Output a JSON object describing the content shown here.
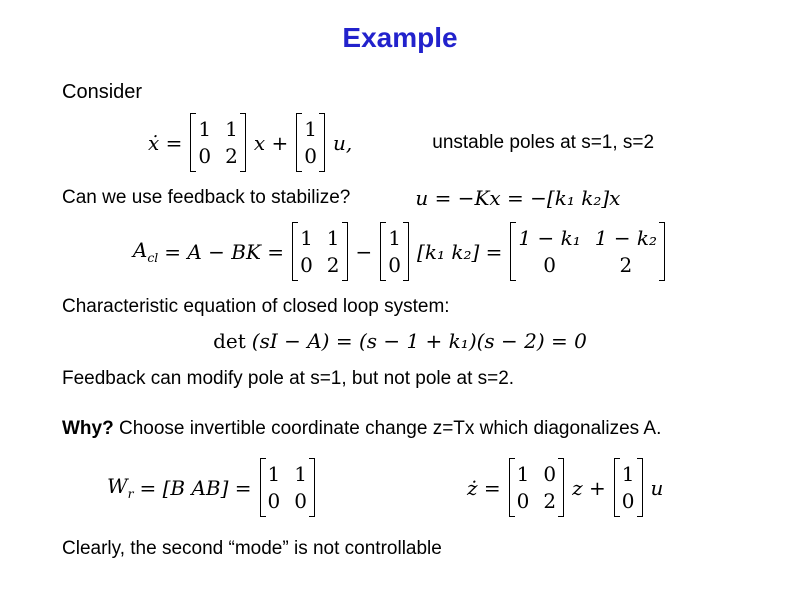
{
  "slide": {
    "title": "Example",
    "title_color": "#2222CC",
    "background": "#FFFFFF",
    "text_color": "#000000"
  },
  "lines": {
    "consider": "Consider",
    "feedback_question": "Can we use feedback to stabilize?",
    "characteristic_label": "Characteristic equation of closed loop system:",
    "feedback_note": "Feedback can modify pole at s=1, but not pole at s=2.",
    "why_bold": "Why?",
    "why_text": " Choose invertible coordinate change z=Tx which diagonalizes A.",
    "clearly": "Clearly, the second “mode” is not controllable"
  },
  "equations": {
    "state": {
      "lhs": "ẋ =",
      "A": [
        [
          "1",
          "1"
        ],
        [
          "0",
          "2"
        ]
      ],
      "x_plus": "x +",
      "B": [
        [
          "1"
        ],
        [
          "0"
        ]
      ],
      "u": "u,",
      "note": "unstable poles at s=1, s=2"
    },
    "control": {
      "expr": "u = −Kx = −[k₁ k₂]x"
    },
    "closed_loop": {
      "lhs_base": "A",
      "lhs_sub": "cl",
      "equals_A_minus_BK": "= A − BK =",
      "A": [
        [
          "1",
          "1"
        ],
        [
          "0",
          "2"
        ]
      ],
      "minus": "−",
      "B": [
        [
          "1"
        ],
        [
          "0"
        ]
      ],
      "K_row": "[k₁ k₂] =",
      "result": [
        [
          "1 − k₁",
          "1 − k₂"
        ],
        [
          "0",
          "2"
        ]
      ]
    },
    "characteristic": {
      "prefix": "det",
      "expr": "(sI − A) = (s − 1 + k₁)(s − 2) = 0"
    },
    "controllability": {
      "lhs_base": "W",
      "lhs_sub": "r",
      "equals_B_AB": "= [B AB] =",
      "Wr": [
        [
          "1",
          "1"
        ],
        [
          "0",
          "0"
        ]
      ]
    },
    "diagonalized": {
      "lhs": "ż =",
      "A": [
        [
          "1",
          "0"
        ],
        [
          "0",
          "2"
        ]
      ],
      "z_plus": "z +",
      "B": [
        [
          "1"
        ],
        [
          "0"
        ]
      ],
      "u": "u"
    }
  }
}
